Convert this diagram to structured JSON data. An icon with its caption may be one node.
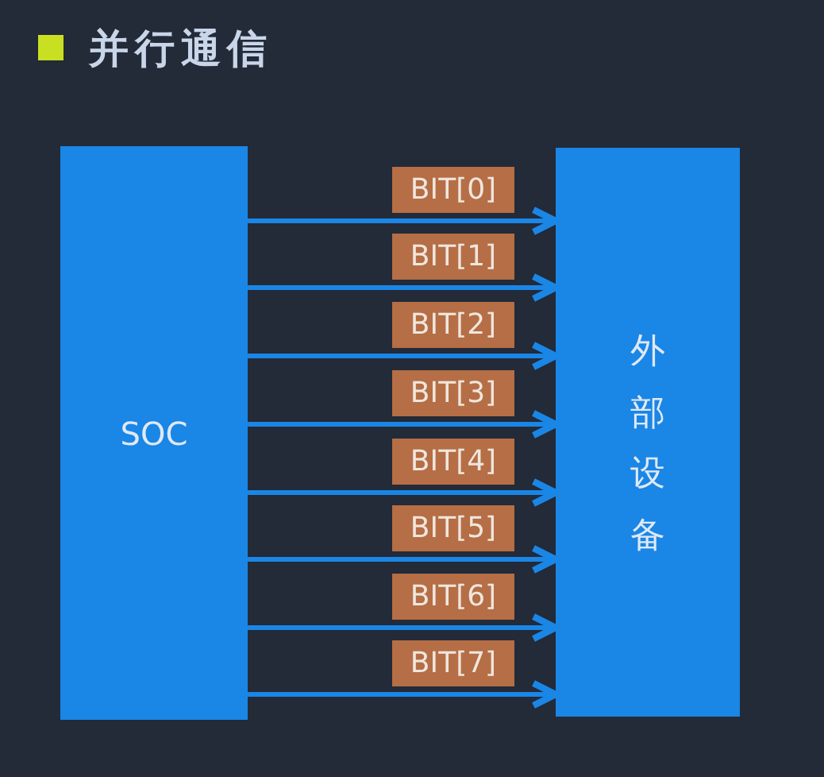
{
  "diagram": {
    "title": "并行通信",
    "nodes": [
      {
        "text": [
          "SOC"
        ]
      },
      {
        "text": [
          "外部设备"
        ]
      }
    ],
    "edges": [
      {
        "from": 0,
        "to": 1,
        "arrow": "to",
        "label": "BIT[0]"
      },
      {
        "from": 0,
        "to": 1,
        "arrow": "to",
        "label": "BIT[1]"
      },
      {
        "from": 0,
        "to": 1,
        "arrow": "to",
        "label": "BIT[2]"
      },
      {
        "from": 0,
        "to": 1,
        "arrow": "to",
        "label": "BIT[3]"
      },
      {
        "from": 0,
        "to": 1,
        "arrow": "to",
        "label": "BIT[4]"
      },
      {
        "from": 0,
        "to": 1,
        "arrow": "to",
        "label": "BIT[5]"
      },
      {
        "from": 0,
        "to": 1,
        "arrow": "to",
        "label": "BIT[6]"
      },
      {
        "from": 0,
        "to": 1,
        "arrow": "to",
        "label": "BIT[7]"
      }
    ]
  }
}
